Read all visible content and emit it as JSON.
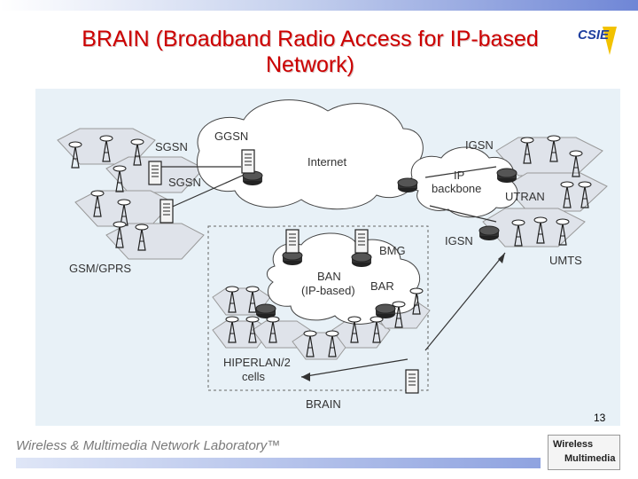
{
  "slide": {
    "title_line1": "BRAIN (Broadband Radio Access for IP-based",
    "title_line2": "Network)",
    "page_number": "13",
    "footer": "Wireless & Multimedia Network Laboratory™",
    "logo_text": "CSIE",
    "wm_logo_line1": "Wireless",
    "wm_logo_line2": "Multimedia"
  },
  "diagram": {
    "labels": {
      "sgsn_top": "SGSN",
      "ggsn": "GGSN",
      "internet": "Internet",
      "igsn_top": "IGSN",
      "sgsn_bottom": "SGSN",
      "ip": "IP",
      "backbone": "backbone",
      "utran": "UTRAN",
      "igsn_bottom": "IGSN",
      "gsm_gprs": "GSM/GPRS",
      "bmg": "BMG",
      "umts": "UMTS",
      "ban": "BAN",
      "ip_based": "(IP-based)",
      "bar": "BAR",
      "hiperlan": "HIPERLAN/2",
      "cells": "cells",
      "brain": "BRAIN"
    },
    "colors": {
      "cloud": "#ffffff",
      "hexagon": "#dfe3ea",
      "background": "#e8f1f7",
      "line": "#333333"
    }
  }
}
